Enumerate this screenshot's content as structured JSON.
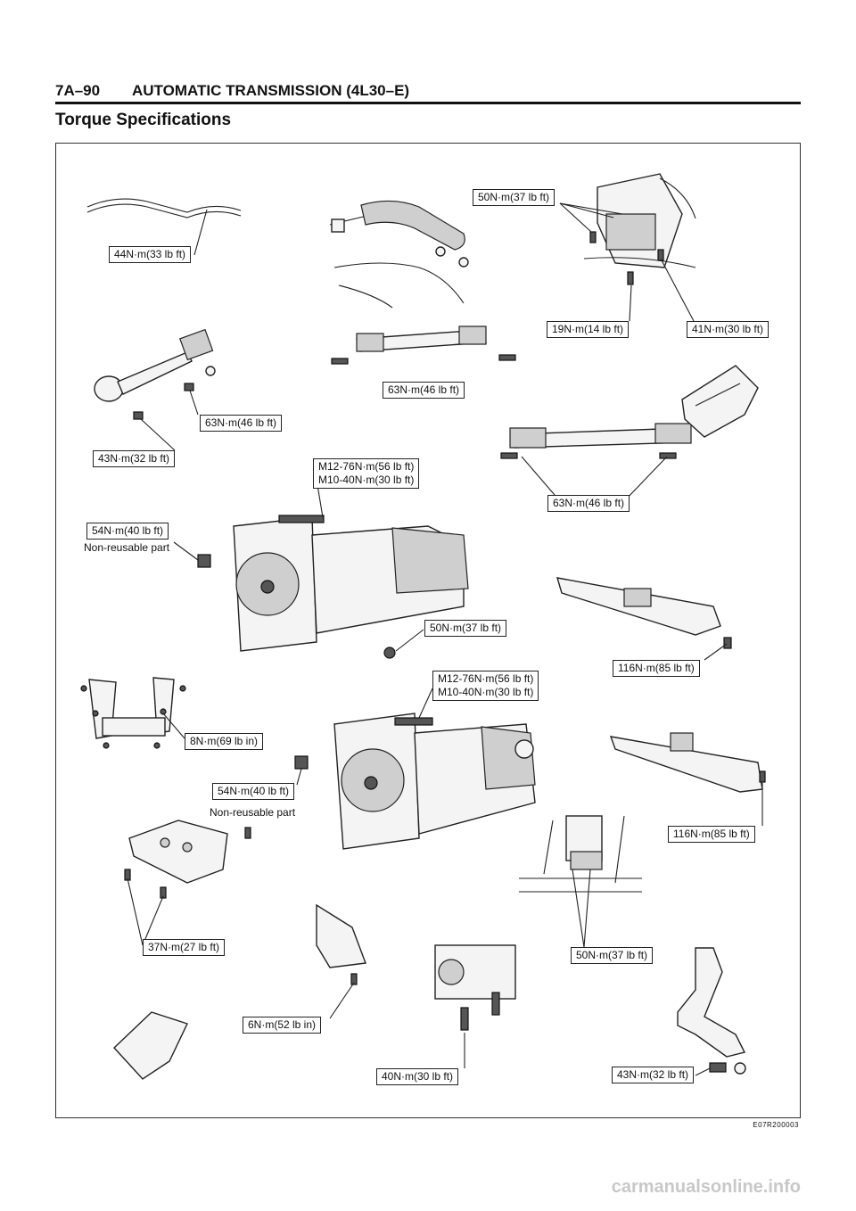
{
  "header": {
    "page_number": "7A–90",
    "title": "AUTOMATIC TRANSMISSION (4L30–E)"
  },
  "section_title": "Torque Specifications",
  "callouts": {
    "c01": "50N·m(37 lb ft)",
    "c02": "44N·m(33 lb ft)",
    "c03": "19N·m(14 lb ft)",
    "c04": "41N·m(30 lb ft)",
    "c05": "63N·m(46 lb ft)",
    "c06": "63N·m(46 lb ft)",
    "c07": "43N·m(32 lb ft)",
    "c08a": "M12-76N·m(56 lb ft)",
    "c08b": "M10-40N·m(30 lb ft)",
    "c09": "63N·m(46 lb ft)",
    "c10": "54N·m(40 lb ft)",
    "c11": "50N·m(37 lb ft)",
    "c12": "116N·m(85 lb ft)",
    "c13a": "M12-76N·m(56 lb ft)",
    "c13b": "M10-40N·m(30 lb ft)",
    "c14": "8N·m(69 lb in)",
    "c15": "54N·m(40 lb ft)",
    "c16": "116N·m(85 lb ft)",
    "c17": "37N·m(27 lb ft)",
    "c18": "50N·m(37 lb ft)",
    "c19": "6N·m(52 lb in)",
    "c20": "40N·m(30 lb ft)",
    "c21": "43N·m(32 lb ft)"
  },
  "notes": {
    "non_reusable_1": "Non-reusable part",
    "non_reusable_2": "Non-reusable part"
  },
  "figure_code": "E07R200003",
  "watermark": "carmanualsonline.info"
}
